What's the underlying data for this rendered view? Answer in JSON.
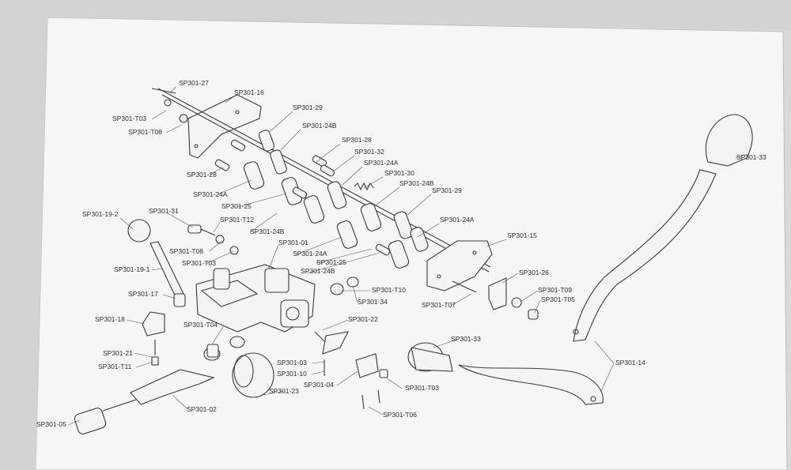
{
  "callouts": [
    "SP301-27",
    "SP301-16",
    "SP301-T03",
    "SP301-T08",
    "SP301-29",
    "SP301-24B",
    "SP301-28",
    "SP301-32",
    "SP301-24A",
    "SP301-30",
    "SP301-24B",
    "SP301-29",
    "SP301-28",
    "SP301-24A",
    "SP301-25",
    "SP301-24A",
    "SP301-15",
    "SP301-33",
    "SP301-19-2",
    "SP301-31",
    "SP301-T12",
    "SP301-24B",
    "SP301-01",
    "SP301-T08",
    "SP301-24A",
    "SP301-T03",
    "SP301-25",
    "SP301-24B",
    "SP301-26",
    "SP301-19-1",
    "SP301-T10",
    "SP301-T09",
    "SP301-T05",
    "SP301-17",
    "SP301-34",
    "SP301-T07",
    "SP301-18",
    "SP301-T04",
    "SP301-22",
    "SP301-33",
    "SP301-21",
    "SP301-T11",
    "SP301-03",
    "SP301-10",
    "SP301-04",
    "SP301-T03",
    "SP301-23",
    "SP301-14",
    "SP301-02",
    "SP301-T06",
    "SP301-05"
  ],
  "colors": {
    "paper": "#f6f6f4",
    "background": "#d9d9d7",
    "ink": "#3a3a3a"
  }
}
